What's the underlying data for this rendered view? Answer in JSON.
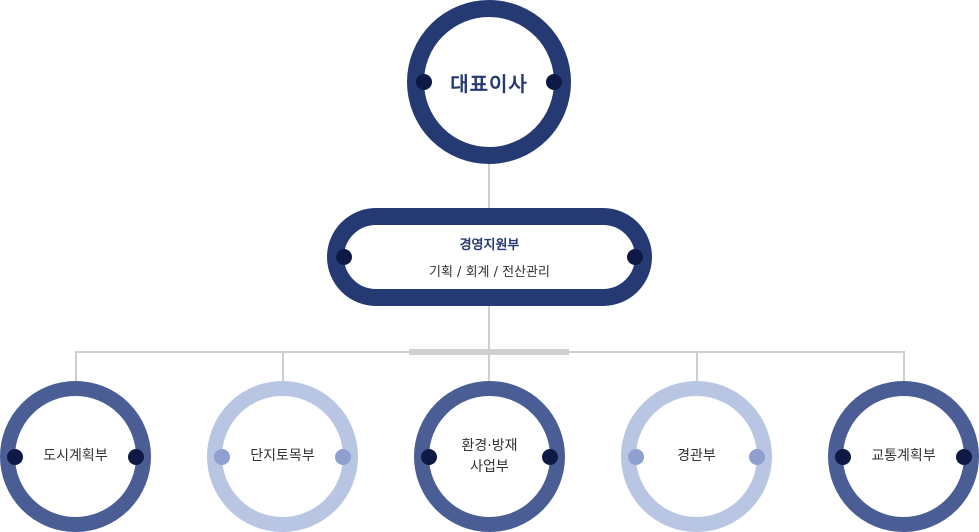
{
  "ceo": {
    "label": "대표이사"
  },
  "management": {
    "title": "경영지원부",
    "subtitle": "기획 / 회계 / 전산관리"
  },
  "departments": [
    {
      "label": "도시계획부",
      "style": "dark"
    },
    {
      "label": "단지토목부",
      "style": "light"
    },
    {
      "label": "환경·방재\n사업부",
      "style": "dark"
    },
    {
      "label": "경관부",
      "style": "light"
    },
    {
      "label": "교통계획부",
      "style": "dark"
    }
  ],
  "colors": {
    "navy": "#253a73",
    "dark_ring": "#4a5e95",
    "light_ring": "#b8c5e3",
    "connector": "#cfcfcf"
  }
}
